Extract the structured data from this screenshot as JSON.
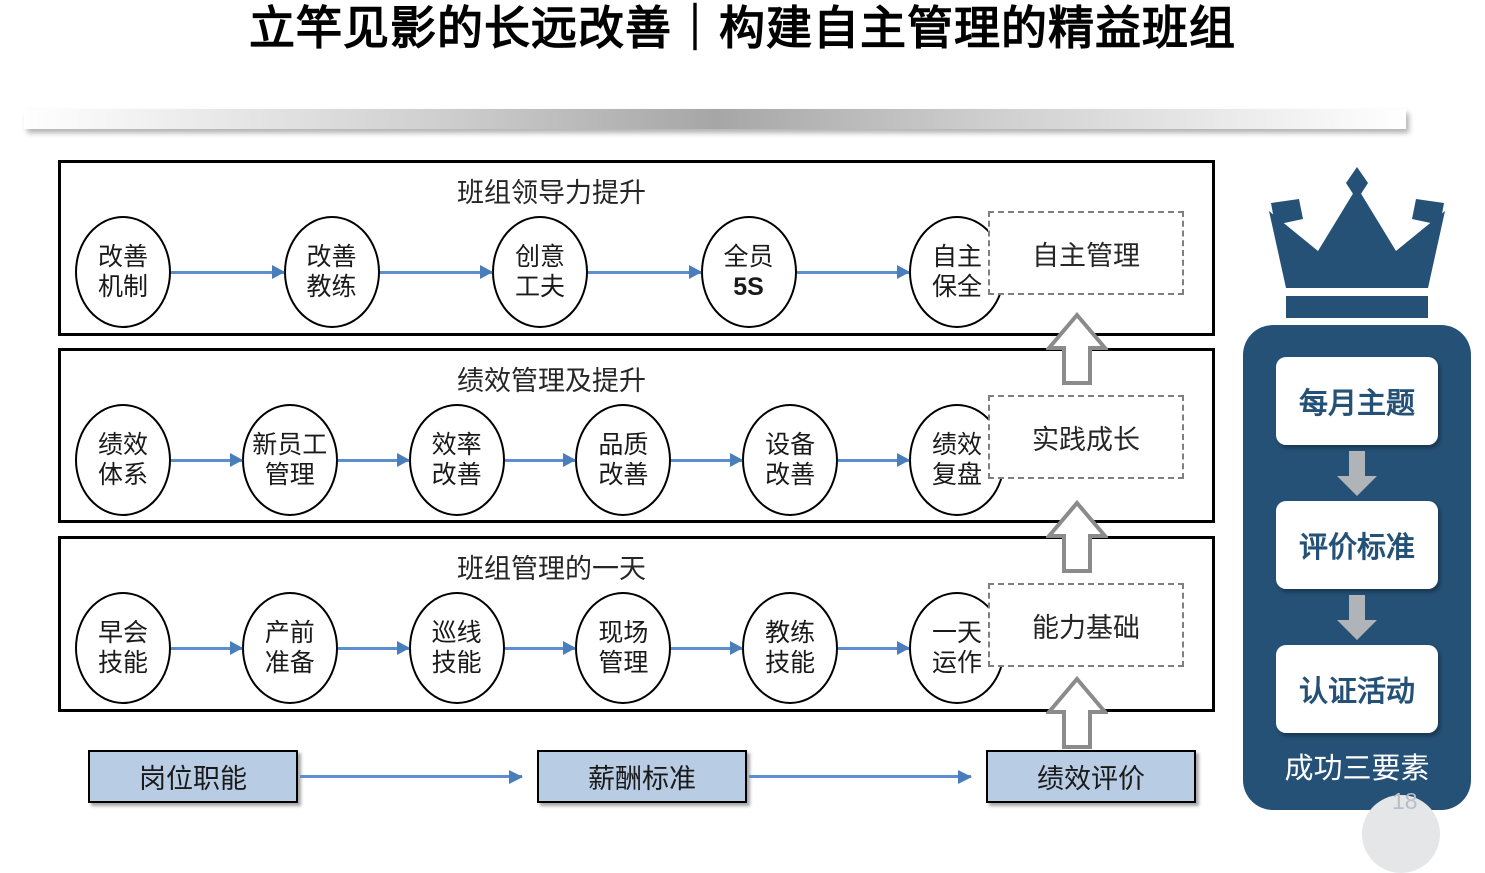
{
  "slide": {
    "title": "立竿见影的长远改善｜构建自主管理的精益班组",
    "page_number": "18"
  },
  "bands": [
    {
      "title": "班组领导力提升",
      "nodes": [
        {
          "line1": "改善",
          "line2": "机制",
          "bold2": false
        },
        {
          "line1": "改善",
          "line2": "教练",
          "bold2": false
        },
        {
          "line1": "创意",
          "line2": "工夫",
          "bold2": false
        },
        {
          "line1": "全员",
          "line2": "5S",
          "bold2": true
        },
        {
          "line1": "自主",
          "line2": "保全",
          "bold2": false
        }
      ],
      "outcome": "自主管理"
    },
    {
      "title": "绩效管理及提升",
      "nodes": [
        {
          "line1": "绩效",
          "line2": "体系",
          "bold2": false
        },
        {
          "line1": "新员工",
          "line2": "管理",
          "bold2": false
        },
        {
          "line1": "效率",
          "line2": "改善",
          "bold2": false
        },
        {
          "line1": "品质",
          "line2": "改善",
          "bold2": false
        },
        {
          "line1": "设备",
          "line2": "改善",
          "bold2": false
        },
        {
          "line1": "绩效",
          "line2": "复盘",
          "bold2": false
        }
      ],
      "outcome": "实践成长"
    },
    {
      "title": "班组管理的一天",
      "nodes": [
        {
          "line1": "早会",
          "line2": "技能",
          "bold2": false
        },
        {
          "line1": "产前",
          "line2": "准备",
          "bold2": false
        },
        {
          "line1": "巡线",
          "line2": "技能",
          "bold2": false
        },
        {
          "line1": "现场",
          "line2": "管理",
          "bold2": false
        },
        {
          "line1": "教练",
          "line2": "技能",
          "bold2": false
        },
        {
          "line1": "一天",
          "line2": "运作",
          "bold2": false
        }
      ],
      "outcome": "能力基础"
    }
  ],
  "foundation_flow": [
    {
      "label": "岗位职能"
    },
    {
      "label": "薪酬标准"
    },
    {
      "label": "绩效评价"
    }
  ],
  "right_panel": {
    "crown_icon": "crown-icon",
    "steps": [
      {
        "label": "每月主题"
      },
      {
        "label": "评价标准"
      },
      {
        "label": "认证活动"
      }
    ],
    "footer": "成功三要素"
  },
  "colors": {
    "brand_blue": "#255177",
    "accent_arrow": "#4a7ebb",
    "light_blue_box": "#b8cce4",
    "gray_arrow": "#a6a6a6",
    "dashed_border": "#7f7f7f"
  }
}
